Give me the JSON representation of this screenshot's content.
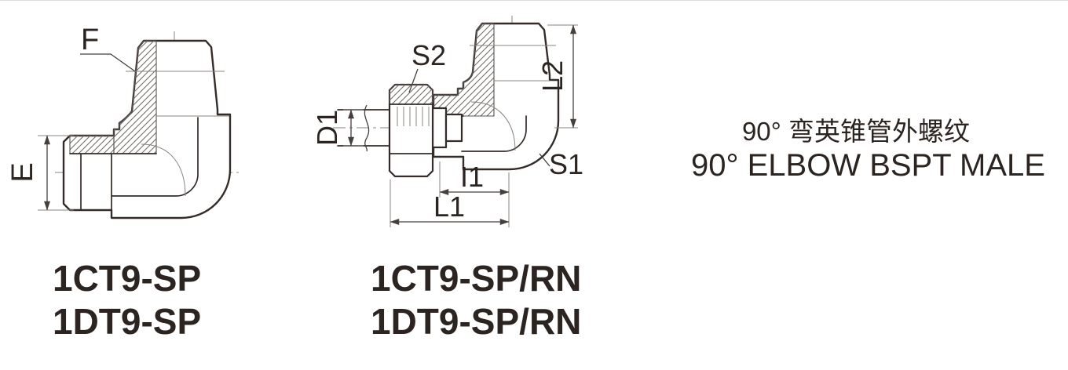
{
  "drawings": {
    "left": {
      "name": "90 degree elbow BSPT male - section view",
      "dimension_labels": {
        "f": "F",
        "e": "E"
      },
      "part_numbers": [
        "1CT9-SP",
        "1DT9-SP"
      ]
    },
    "right": {
      "name": "90 degree elbow BSPT male with swivel nut - section view",
      "dimension_labels": {
        "s2": "S2",
        "d1": "D1",
        "l2": "L2",
        "s1": "S1",
        "i1": "I1",
        "l1": "L1"
      },
      "part_numbers": [
        "1CT9-SP/RN",
        "1DT9-SP/RN"
      ]
    }
  },
  "title": {
    "line1_zh": "90°  弯英锥管外螺纹",
    "line2_en": "90°  ELBOW BSPT MALE"
  },
  "colors": {
    "outline": "#342c29",
    "thin_line": "#8a837f",
    "text": "#2b2420",
    "background": "#ffffff"
  }
}
